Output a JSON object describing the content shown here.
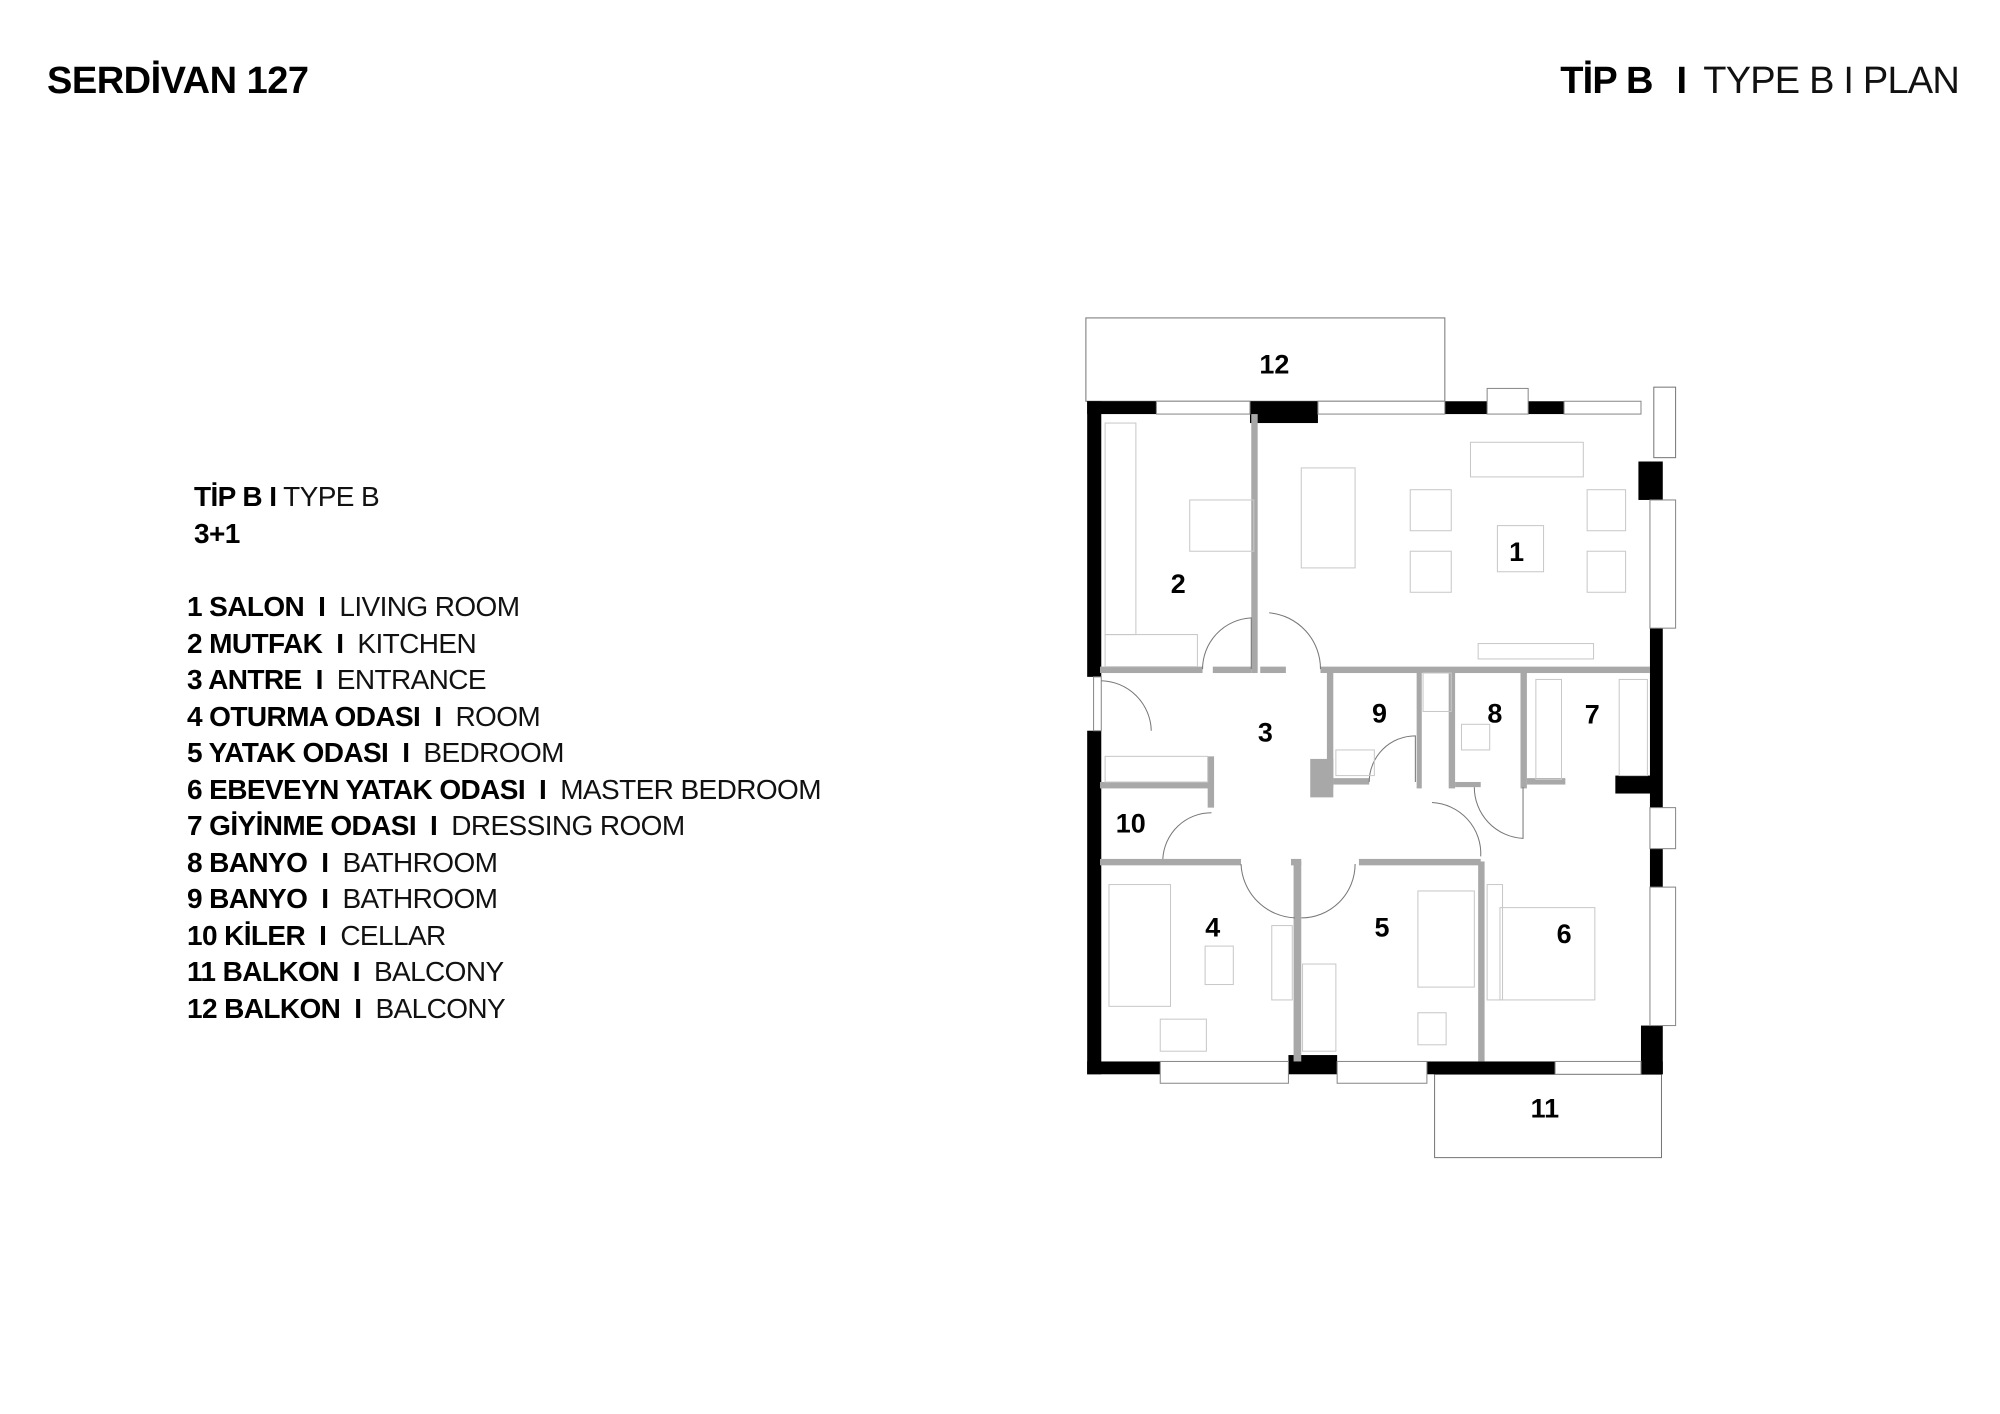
{
  "header": {
    "project_title": "SERDİVAN 127",
    "sheet_title_bold": "TİP B",
    "sheet_title_sep": "I",
    "sheet_title_light": "TYPE B I PLAN"
  },
  "type_block": {
    "type_bold": "TİP B I",
    "type_light": "TYPE B",
    "layout": "3+1"
  },
  "legend": [
    {
      "tr": "1 SALON",
      "en": "LIVING ROOM"
    },
    {
      "tr": "2 MUTFAK",
      "en": "KITCHEN"
    },
    {
      "tr": "3 ANTRE",
      "en": "ENTRANCE"
    },
    {
      "tr": "4 OTURMA ODASI",
      "en": "ROOM"
    },
    {
      "tr": "5 YATAK ODASI",
      "en": "BEDROOM"
    },
    {
      "tr": "6 EBEVEYN YATAK ODASI",
      "en": "MASTER BEDROOM"
    },
    {
      "tr": "7 GİYİNME ODASI",
      "en": "DRESSING ROOM"
    },
    {
      "tr": "8 BANYO",
      "en": "BATHROOM"
    },
    {
      "tr": "9 BANYO",
      "en": "BATHROOM"
    },
    {
      "tr": "10 KİLER",
      "en": "CELLAR"
    },
    {
      "tr": "11 BALKON",
      "en": "BALCONY"
    },
    {
      "tr": "12 BALKON",
      "en": "BALCONY"
    }
  ],
  "legend_sep": "I",
  "plan": {
    "labels": [
      "1",
      "2",
      "3",
      "4",
      "5",
      "6",
      "7",
      "8",
      "9",
      "10",
      "11",
      "12"
    ]
  }
}
